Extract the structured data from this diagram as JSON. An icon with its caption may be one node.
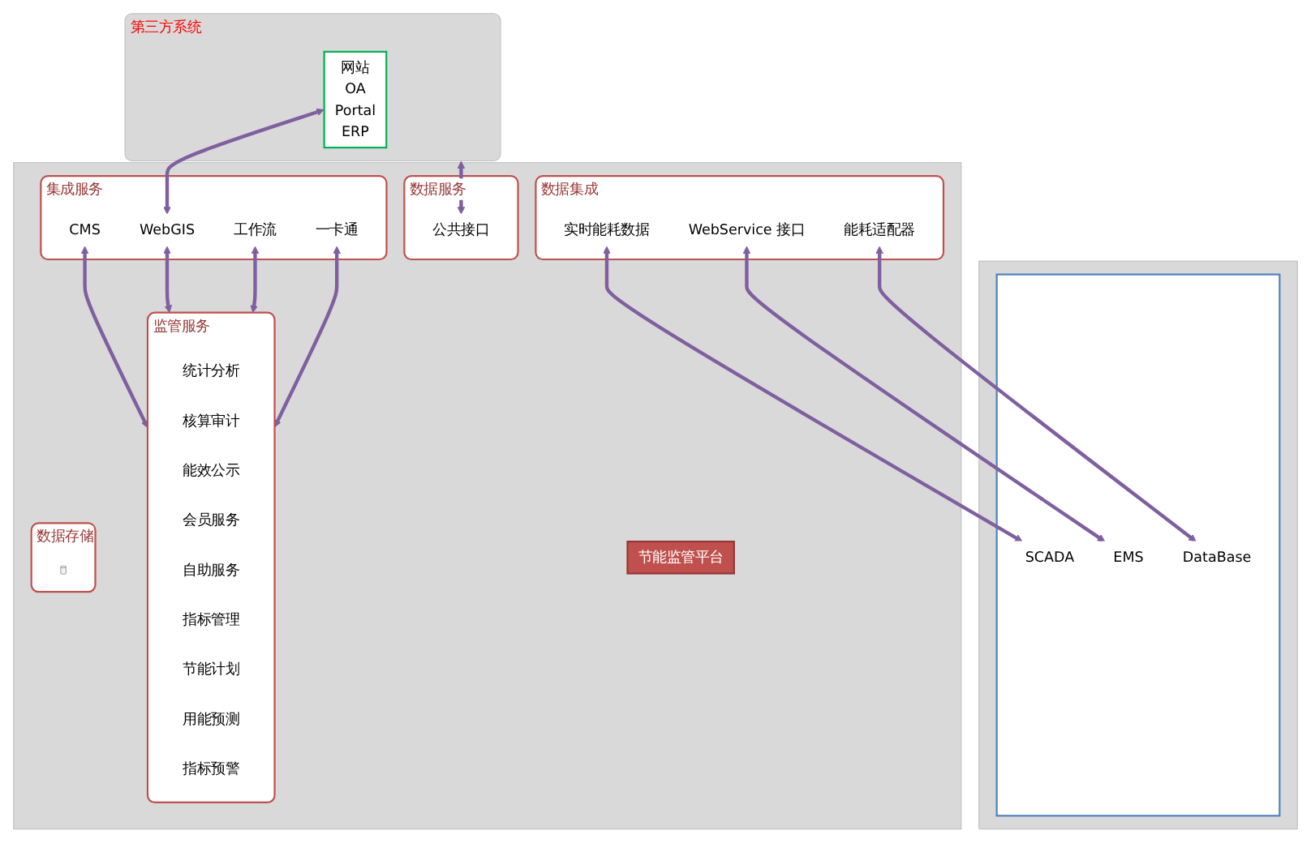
{
  "diagram": {
    "nodes": [
      {
        "text": [
          "第三方系统"
        ]
      },
      {
        "text": [
          "网站",
          "OA",
          "Portal",
          "ERP"
        ],
        "in": 0
      },
      {
        "text": [],
        "shape": "box"
      },
      {
        "text": [
          "节能监管平台"
        ],
        "in": 2
      },
      {
        "text": [
          "数据服务"
        ],
        "in": 2
      },
      {
        "text": [
          "公共接口"
        ],
        "in": 4
      },
      {
        "text": [
          "集成服务"
        ],
        "in": 2
      },
      {
        "text": [
          "CMS"
        ],
        "in": 6
      },
      {
        "text": [
          "WebGIS"
        ],
        "in": 6
      },
      {
        "text": [
          "工作流"
        ],
        "in": 6
      },
      {
        "text": [
          "一卡通"
        ],
        "in": 6
      },
      {
        "text": [
          "监管服务"
        ],
        "in": 2
      },
      {
        "text": [
          "统计分析"
        ],
        "in": 11
      },
      {
        "text": [
          "核算审计"
        ],
        "in": 11
      },
      {
        "text": [
          "能效公示"
        ],
        "in": 11
      },
      {
        "text": [
          "会员服务"
        ],
        "in": 11
      },
      {
        "text": [
          "自助服务"
        ],
        "in": 11
      },
      {
        "text": [
          "指标管理"
        ],
        "in": 11
      },
      {
        "text": [
          "节能计划"
        ],
        "in": 11
      },
      {
        "text": [
          "用能预测"
        ],
        "in": 11
      },
      {
        "text": [
          "指标预警"
        ],
        "in": 11
      },
      {
        "text": [
          "数据存储"
        ],
        "in": 2
      },
      {
        "text": [],
        "shape": "cylinder",
        "in": 21
      },
      {
        "text": [
          "数据集成"
        ],
        "in": 2
      },
      {
        "text": [
          "实时能耗数据"
        ],
        "in": 23
      },
      {
        "text": [
          "WebService 接口"
        ],
        "in": 23
      },
      {
        "text": [
          "能耗适配器"
        ],
        "in": 23
      },
      {
        "text": [],
        "shape": "box"
      },
      {
        "text": [],
        "shape": "box",
        "in": 27
      },
      {
        "text": [
          "SCADA"
        ],
        "in": 28
      },
      {
        "text": [
          "EMS"
        ],
        "in": 28
      },
      {
        "text": [
          "DataBase"
        ],
        "in": 28
      }
    ],
    "edges": [
      {
        "from": 0,
        "to": 5,
        "arrow": "both"
      },
      {
        "from": 1,
        "to": 8,
        "arrow": "both"
      },
      {
        "from": 7,
        "to": 11,
        "arrow": "both"
      },
      {
        "from": 8,
        "to": 11,
        "arrow": "both"
      },
      {
        "from": 9,
        "to": 11,
        "arrow": "both"
      },
      {
        "from": 10,
        "to": 11,
        "arrow": "both"
      },
      {
        "from": 24,
        "to": 29,
        "arrow": "both"
      },
      {
        "from": 25,
        "to": 30,
        "arrow": "both"
      },
      {
        "from": 26,
        "to": 31,
        "arrow": "both"
      }
    ]
  }
}
